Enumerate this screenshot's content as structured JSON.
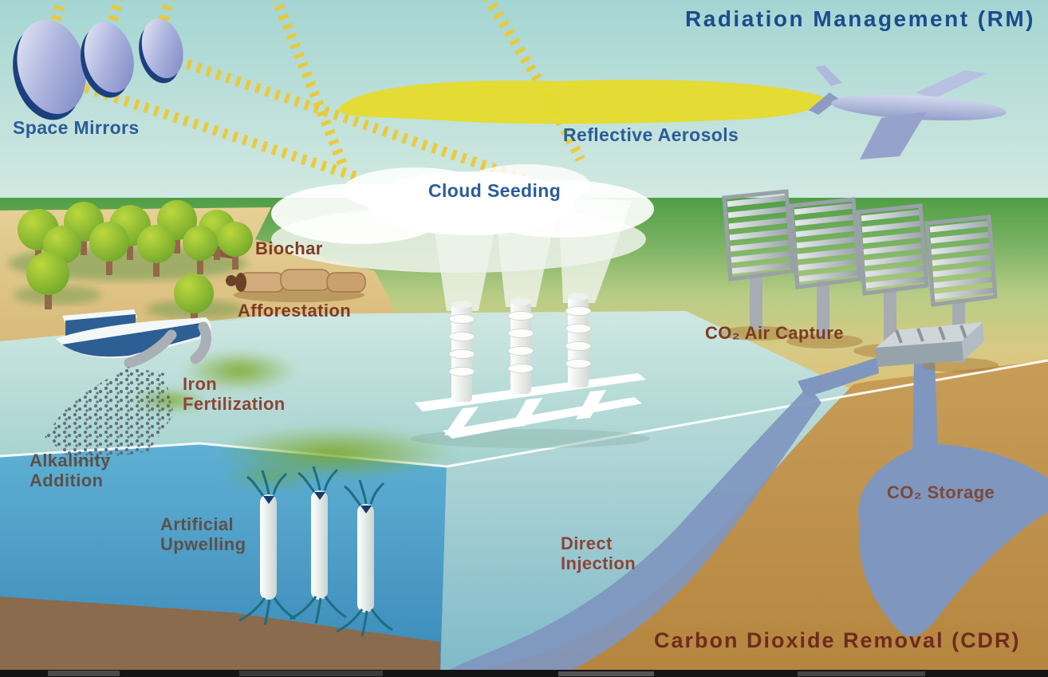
{
  "title": "Geoengineering methods overview diagram",
  "sections": {
    "radiation_management": {
      "label": "Radiation Management (RM)",
      "color": "#1b4b8d"
    },
    "carbon_dioxide_removal": {
      "label": "Carbon Dioxide Removal (CDR)",
      "color": "#6e2b1e"
    }
  },
  "labels": {
    "space_mirrors": "Space Mirrors",
    "reflective_aerosols": "Reflective Aerosols",
    "cloud_seeding": "Cloud Seeding",
    "biochar": "Biochar",
    "afforestation": "Afforestation",
    "iron_fertilization": "Iron\nFertilization",
    "alkalinity_addition": "Alkalinity\nAddition",
    "artificial_upwelling": "Artificial\nUpwelling",
    "co2_air_capture": "CO₂ Air Capture",
    "co2_storage": "CO₂ Storage",
    "direct_injection": "Direct\nInjection"
  },
  "palette": {
    "sky": "#a4d5d2",
    "grass": "#4f9e45",
    "sand": "#d8ba7a",
    "shallow_water": "#a4d2cf",
    "deep_water": "#3a89b8",
    "underground": "#b5853f",
    "co2_plume": "#7f96bf",
    "sun_rays": "#ecc92f",
    "aerosol_cloud": "#e6da2c",
    "blue_label": "#2a5c99",
    "brown_label": "#7c3b26"
  }
}
